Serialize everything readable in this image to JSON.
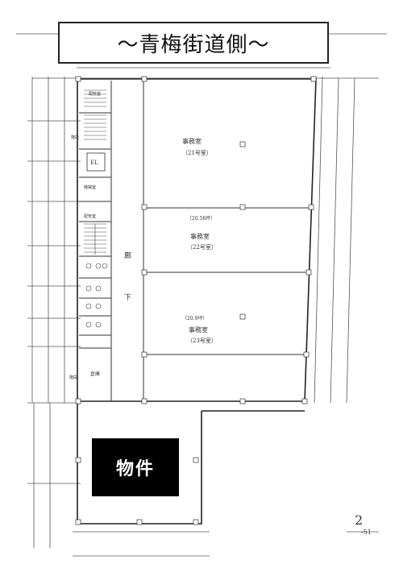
{
  "header": {
    "title": "～青梅街道側～"
  },
  "property_label": "物件",
  "rooms": {
    "office_21": {
      "name": "事務室",
      "number": "（21号室）"
    },
    "office_22": {
      "name": "事務室",
      "number": "（22号室）",
      "tsubo": "（20.58坪）"
    },
    "office_23": {
      "name": "事務室",
      "number": "（23号室）",
      "tsubo": "（20.9坪）"
    },
    "corridor": {
      "char1": "廊",
      "char2": "下"
    },
    "elevator": "EL",
    "machine_room": "機械室",
    "pipe_space_1": "配管室",
    "pipe_space_2": "配管室",
    "stair": "階段",
    "stair_2": "階段",
    "warehouse": "倉庫"
  },
  "page_number": {
    "main": "2",
    "sub": "-51"
  }
}
